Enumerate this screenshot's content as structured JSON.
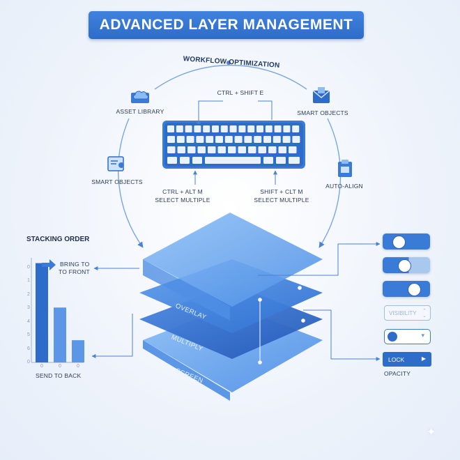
{
  "title": "ADVANCED LAYER MANAGEMENT",
  "workflow": {
    "heading": "WORKFLOW OPTIMIZATION",
    "shortcut_top": "CTRL + SHIFT E",
    "shortcut_left_line1": "CTRL + ALT M",
    "shortcut_left_line2": "SELECT MULTIPLE",
    "shortcut_right_line1": "SHIFT + CLT M",
    "shortcut_right_line2": "SELECT MULTIPLE",
    "nodes": [
      {
        "label": "ASSET LIBRARY",
        "icon": "cloud-folder-icon"
      },
      {
        "label": "SMART OBJECTS",
        "icon": "envelope-icon"
      },
      {
        "label": "SMART OBJECTS",
        "icon": "document-pin-icon"
      },
      {
        "label": "AUTO-ALIGN",
        "icon": "clipboard-icon"
      }
    ]
  },
  "stacking": {
    "heading": "STACKING ORDER",
    "bring_line1": "BRING TO",
    "bring_line2": "TO FRONT",
    "send": "SEND TO BACK",
    "y_ticks": [
      "0",
      "1",
      "2",
      "3",
      "4",
      "5",
      "6",
      "0"
    ],
    "x_ticks": [
      "0",
      "0",
      "0"
    ]
  },
  "chart_data": {
    "type": "bar",
    "title": "STACKING ORDER",
    "categories": [
      "",
      "",
      ""
    ],
    "values": [
      7.6,
      4.2,
      1.7
    ],
    "ylim": [
      0,
      8
    ],
    "grid": false,
    "legend": "none"
  },
  "layers": [
    "OVERLAY",
    "MULTIPLY",
    "SCREEN"
  ],
  "controls": {
    "visibility": "VISIBILITY",
    "lock": "LOCK",
    "opacity": "OPACITY",
    "toggles": [
      {
        "state": "off"
      },
      {
        "state": "mid"
      },
      {
        "state": "on"
      }
    ]
  },
  "colors": {
    "primary": "#2e6cc9",
    "layer_light": "#6ba6ee",
    "layer_dark": "#2f6fd0",
    "background": "#eef3fb"
  }
}
